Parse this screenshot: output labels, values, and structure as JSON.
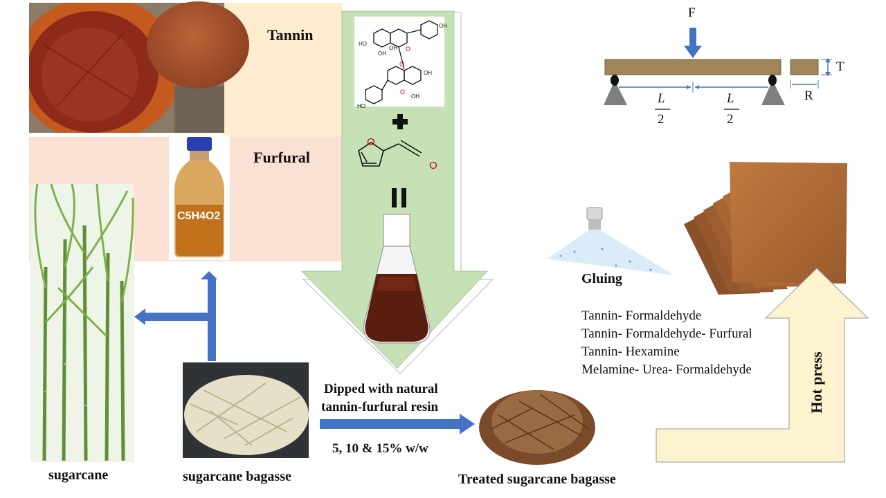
{
  "labels": {
    "tannin": "Tannin",
    "furfural": "Furfural",
    "bottle_formula": "C5H4O2",
    "gluing": "Gluing",
    "sugarcane": "sugarcane",
    "bagasse": "sugarcane bagasse",
    "treated": "Treated sugarcane bagasse",
    "dipped": "Dipped with natural tannin-furfural resin",
    "dipped_line1": "Dipped with natural",
    "dipped_line2": "tannin-furfural  resin",
    "concentration": "5, 10 & 15% w/w",
    "hot_press": "Hot press"
  },
  "resins": [
    "Tannin- Formaldehyde",
    "Tannin- Formaldehyde- Furfural",
    "Tannin- Hexamine",
    "Melamine- Urea- Formaldehyde"
  ],
  "bending_test": {
    "force": "F",
    "thickness": "T",
    "width": "R",
    "half_span": "L",
    "divisor": "2"
  },
  "chem": {
    "oh": "HO",
    "oh2": "OH",
    "o": "O",
    "plus": "+",
    "equals": "="
  },
  "colors": {
    "tannin_bg": "#fdecd0",
    "furfural_bg": "#fbe0d4",
    "green_arrow": "#c6e1b5",
    "blue_arrow": "#4472c4",
    "cream_arrow": "#fdf3cf"
  }
}
